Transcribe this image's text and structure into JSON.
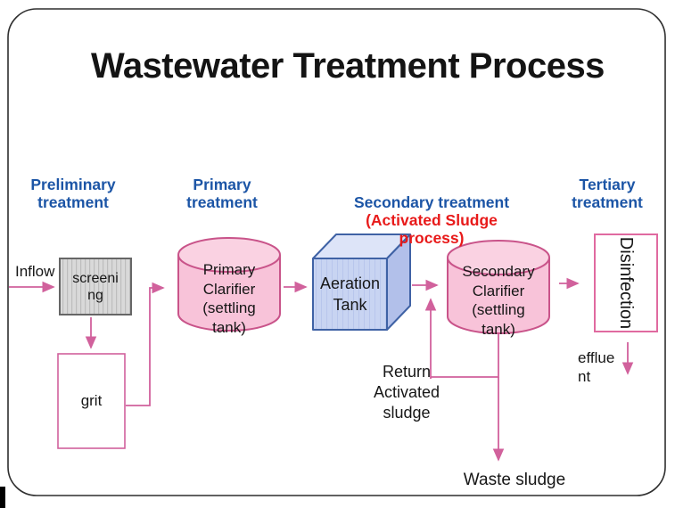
{
  "slide": {
    "title": "Wastewater Treatment Process"
  },
  "stage_labels": {
    "preliminary": "Preliminary\ntreatment",
    "primary": "Primary\ntreatment",
    "secondary_blue": "Secondary treatment",
    "secondary_red": "(Activated Sludge\nprocess)",
    "tertiary": "Tertiary\ntreatment"
  },
  "nodes": {
    "inflow": "Inflow",
    "screening": "screeni\nng",
    "grit": "grit",
    "primary_clarifier": "Primary\nClarifier\n(settling\ntank)",
    "aeration_tank": "Aeration\nTank",
    "secondary_clarifier": "Secondary\nClarifier\n(settling\ntank)",
    "disinfection": "Disinfection",
    "effluent": "efflue\nnt",
    "return_activated_sludge": "Return\nActivated\nsludge",
    "waste_sludge": "Waste sludge"
  },
  "colors": {
    "heading_blue": "#1C55A6",
    "heading_red": "#E81A1A",
    "arrow_pink": "#D1619C",
    "tank_fill": "#F8C3D9",
    "tank_top": "#FAD2E2",
    "tank_stroke": "#C9548A",
    "cube_front": "#C8D4F2",
    "cube_top": "#DDE4F8",
    "cube_side": "#B2C0EA",
    "cube_stroke": "#3F62A5",
    "gray_fill": "#D9D9D9",
    "gray_stroke": "#666666",
    "slide_border": "#2F2F2F",
    "text": "#161616"
  }
}
